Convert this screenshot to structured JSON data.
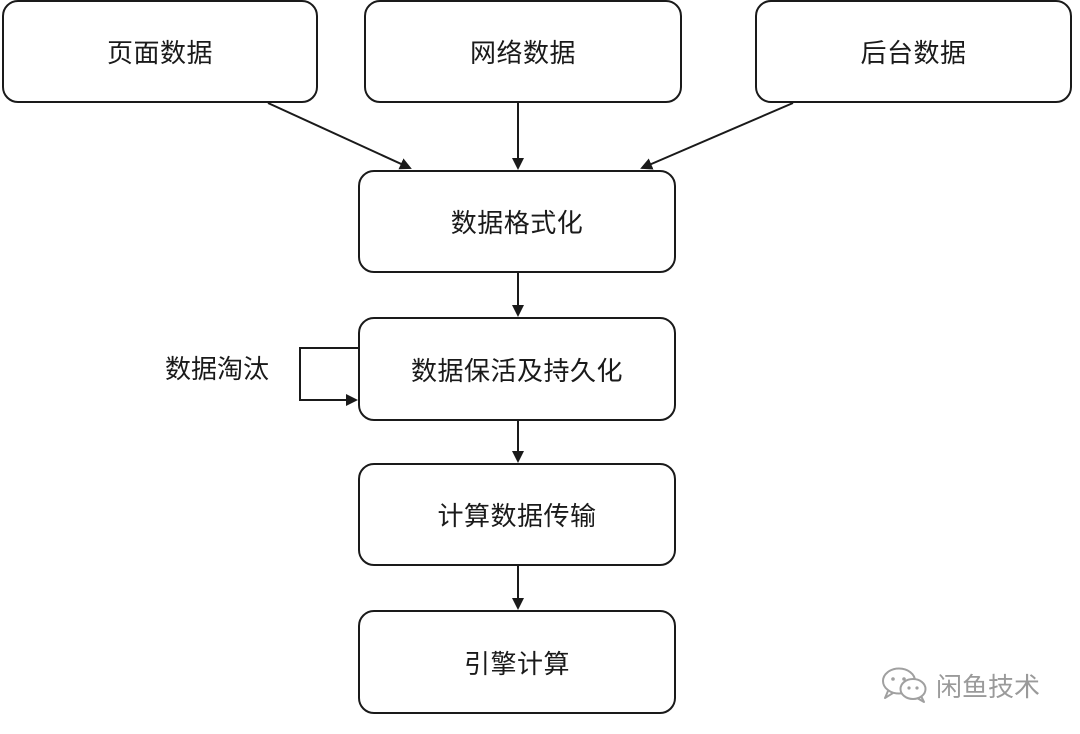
{
  "nodes": {
    "page_data": "页面数据",
    "network_data": "网络数据",
    "backend_data": "后台数据",
    "formatting": "数据格式化",
    "keep_alive": "数据保活及持久化",
    "transfer": "计算数据传输",
    "engine": "引擎计算"
  },
  "loop_label": "数据淘汰",
  "watermark": {
    "text": "闲鱼技术",
    "icon": "wechat-icon"
  },
  "colors": {
    "stroke": "#1a1a1a",
    "watermark": "#9a9a9a"
  }
}
